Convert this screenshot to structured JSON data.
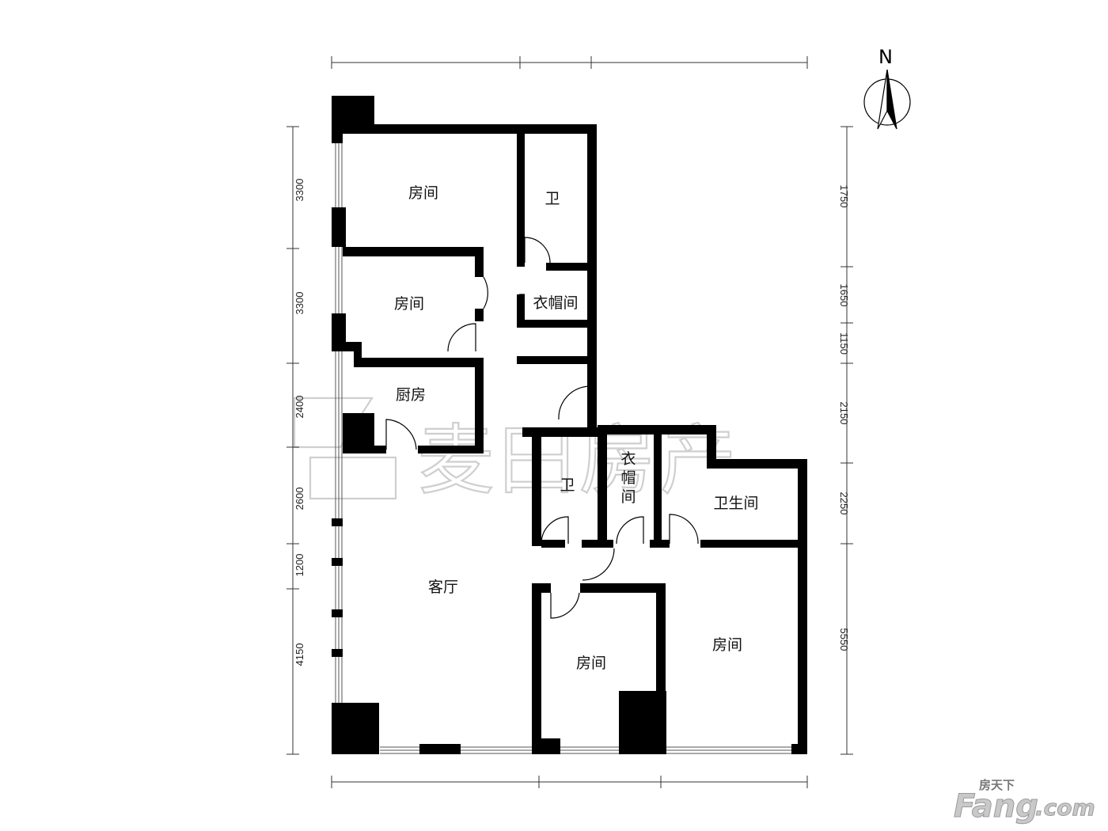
{
  "rooms": {
    "bedroom_top": "房间",
    "bath_top": "卫",
    "bedroom_mid": "房间",
    "closet_top": "衣帽间",
    "kitchen": "厨房",
    "bath_mid": "卫",
    "closet_mid_1": "衣",
    "closet_mid_2": "帽",
    "closet_mid_3": "间",
    "washroom": "卫生间",
    "living_room": "客厅",
    "bedroom_bottom_left": "房间",
    "bedroom_bottom_right": "房间"
  },
  "dimensions": {
    "left": [
      "3300",
      "3300",
      "2400",
      "2600",
      "1200",
      "4150"
    ],
    "right": [
      "1750",
      "1650",
      "1150",
      "2150",
      "2250",
      "5550"
    ]
  },
  "north": {
    "label": "N"
  },
  "watermark": {
    "text": "麦田房产"
  },
  "brand": {
    "top": "房天下",
    "main": "Fang",
    "suffix": ".com"
  }
}
